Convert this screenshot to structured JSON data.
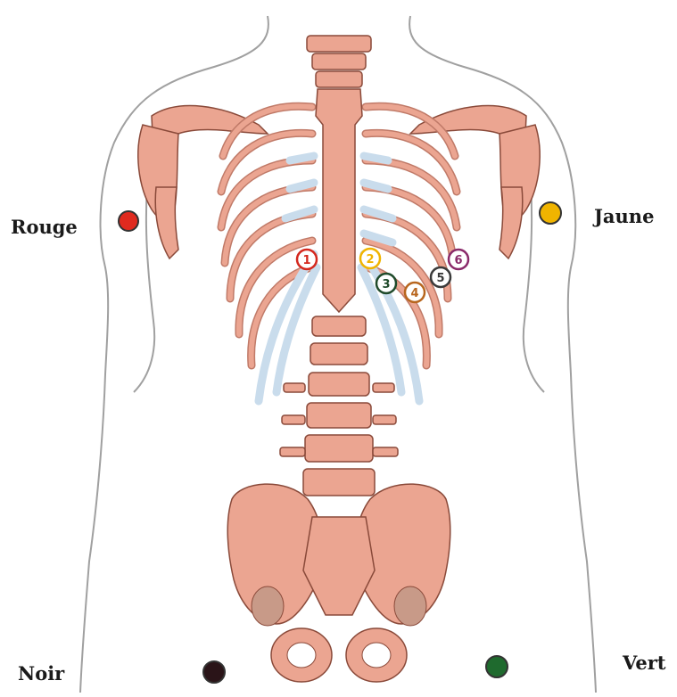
{
  "limb_electrodes": [
    {
      "id": "rouge",
      "label": "Rouge",
      "color": "#e02a1f"
    },
    {
      "id": "jaune",
      "label": "Jaune",
      "color": "#f0b400"
    },
    {
      "id": "noir",
      "label": "Noir",
      "color": "#2a1418"
    },
    {
      "id": "vert",
      "label": "Vert",
      "color": "#1f6a2e"
    }
  ],
  "precordial_leads": [
    {
      "id": "v1",
      "label": "1",
      "color": "#d4281e"
    },
    {
      "id": "v2",
      "label": "2",
      "color": "#f0b400"
    },
    {
      "id": "v3",
      "label": "3",
      "color": "#1f4a2a"
    },
    {
      "id": "v4",
      "label": "4",
      "color": "#b8661e"
    },
    {
      "id": "v5",
      "label": "5",
      "color": "#3a3a3a"
    },
    {
      "id": "v6",
      "label": "6",
      "color": "#8a2a6a"
    }
  ],
  "colors": {
    "bone": "#eba591",
    "bone_dark": "#b8604e",
    "cartilage": "#c9dcec",
    "outline": "#555555",
    "skin_outline": "#9a9a9a"
  }
}
